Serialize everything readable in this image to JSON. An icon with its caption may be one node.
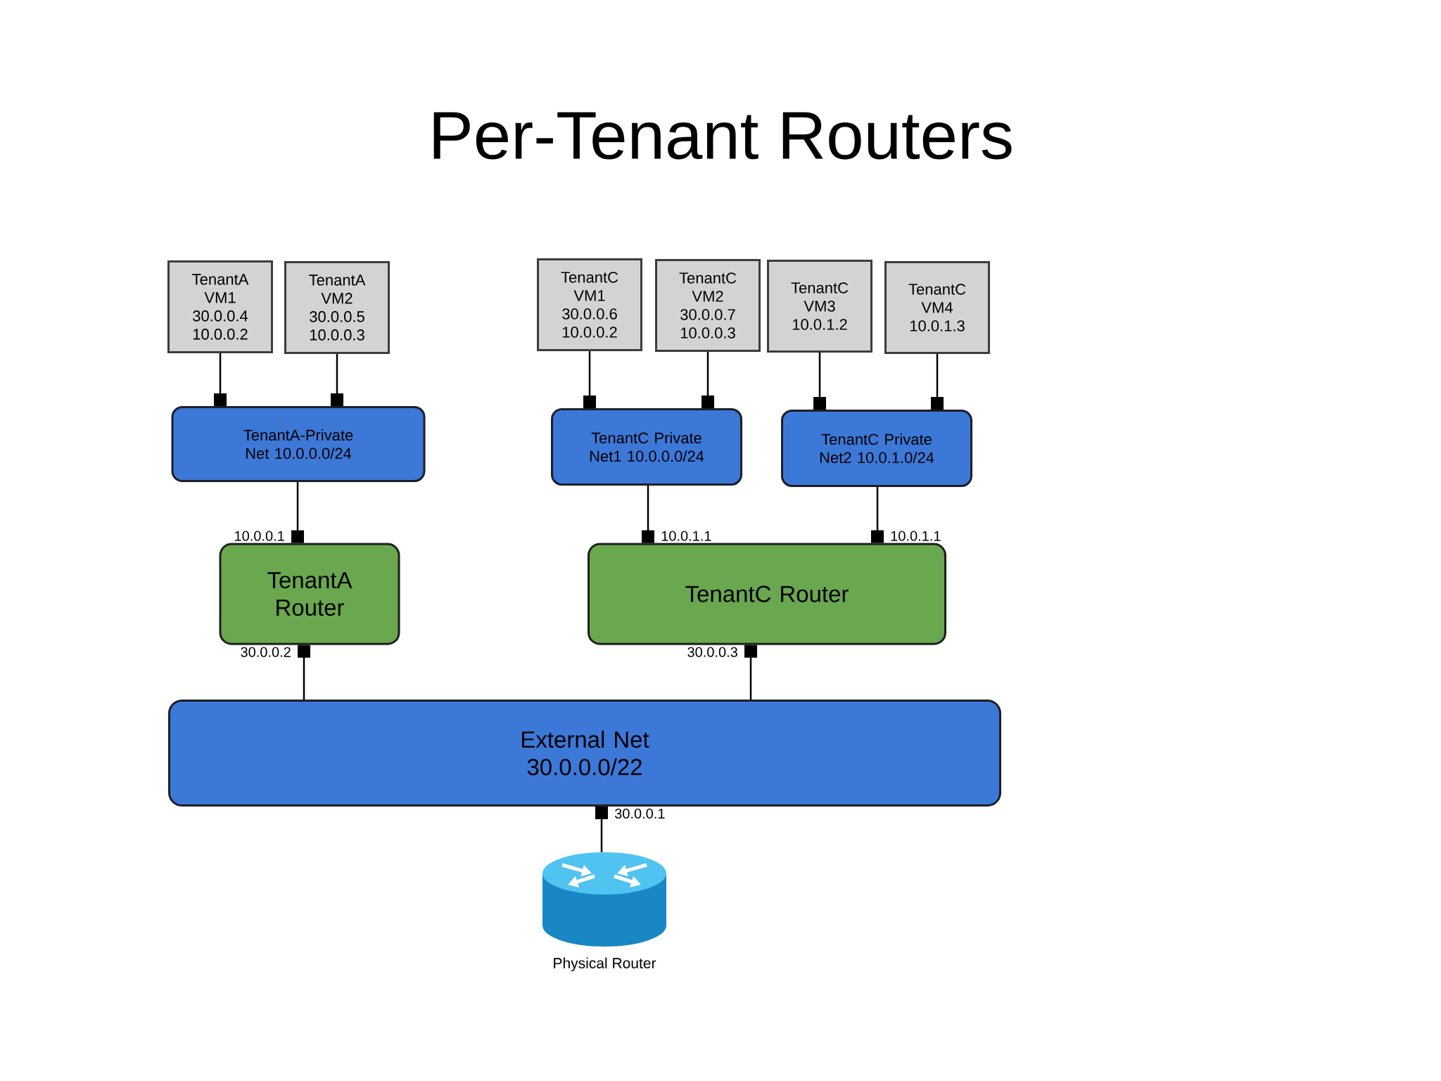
{
  "diagram": {
    "title": "Per-Tenant Routers",
    "nodes": [
      {
        "text": [
          "TenantA VM1 30.0.0.4 10.0.0.2"
        ]
      },
      {
        "text": [
          "TenantA VM2 30.0.0.5 10.0.0.3"
        ]
      },
      {
        "text": [
          "TenantC VM1 30.0.0.6 10.0.0.2"
        ]
      },
      {
        "text": [
          "TenantC VM2 30.0.0.7 10.0.0.3"
        ]
      },
      {
        "text": [
          "TenantC VM3 10.0.1.2"
        ]
      },
      {
        "text": [
          "TenantC VM4 10.0.1.3"
        ]
      },
      {
        "text": [
          "TenantA-Private Net 10.0.0.0/24"
        ]
      },
      {
        "text": [
          "TenantC Private Net1 10.0.0.0/24"
        ]
      },
      {
        "text": [
          "TenantC Private Net2 10.0.1.0/24"
        ]
      },
      {
        "text": [
          "TenantA Router"
        ]
      },
      {
        "text": [
          "TenantC Router"
        ]
      },
      {
        "text": [
          "External Net 30.0.0.0/22"
        ]
      },
      {
        "text": [],
        "shape": "picture",
        "beside": [
          "Physical Router"
        ]
      }
    ],
    "edges": [
      {
        "from": 6,
        "to": 0,
        "arrow": "other"
      },
      {
        "from": 6,
        "to": 1,
        "arrow": "other"
      },
      {
        "from": 7,
        "to": 2,
        "arrow": "other"
      },
      {
        "from": 7,
        "to": 3,
        "arrow": "other"
      },
      {
        "from": 8,
        "to": 4,
        "arrow": "other"
      },
      {
        "from": 8,
        "to": 5,
        "arrow": "other"
      },
      {
        "from": 9,
        "to": 6,
        "arrow": "other",
        "label": "10.0.0.1"
      },
      {
        "from": 10,
        "to": 7,
        "arrow": "other",
        "label": "10.0.1.1"
      },
      {
        "from": 10,
        "to": 8,
        "arrow": "other",
        "label": "10.0.1.1"
      },
      {
        "from": 9,
        "to": 11,
        "arrow": "other",
        "label": "30.0.0.2"
      },
      {
        "from": 10,
        "to": 11,
        "arrow": "other",
        "label": "30.0.0.3"
      },
      {
        "from": 11,
        "to": 12,
        "arrow": "other",
        "label": "30.0.0.1"
      }
    ]
  }
}
